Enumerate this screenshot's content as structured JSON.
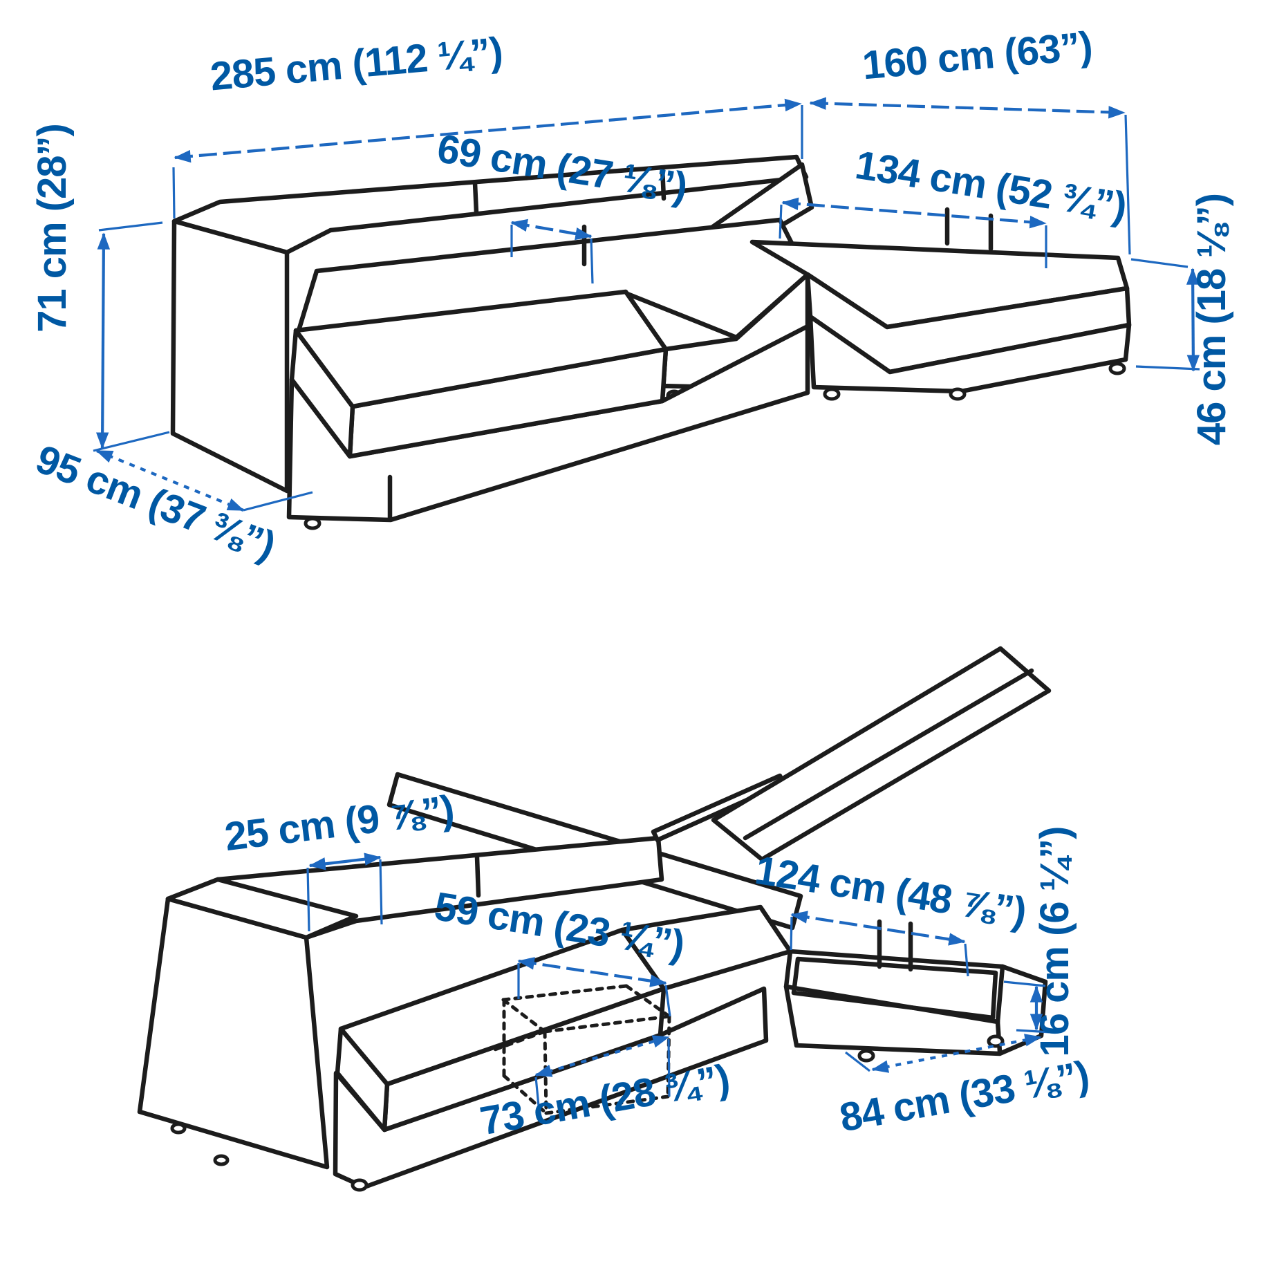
{
  "diagram_type": "furniture dimension diagram",
  "colors": {
    "line": "#1c1c1c",
    "dimension_line": "#1d68c0",
    "label_text": "#0058a3",
    "background": "#ffffff"
  },
  "views": {
    "assembled": {
      "name": "sofa assembled view",
      "labels": {
        "total_width": "285 cm (112 ¼”)",
        "chaise_section_width": "160 cm (63”)",
        "seat_width": "69 cm (27 ⅛”)",
        "chaise_seat_depth": "134 cm (52 ¾”)",
        "total_height": "71 cm (28”)",
        "total_depth": "95 cm (37 ⅜”)",
        "seat_height": "46 cm (18 ⅛”)"
      }
    },
    "storage_open": {
      "name": "sofa with storage opened view",
      "labels": {
        "armrest_width": "25 cm (9 ⅞”)",
        "storage_inner_width": "59 cm (23 ¼”)",
        "storage_inner_length": "124 cm (48 ⅞”)",
        "storage_left_length": "73 cm (28 ¾”)",
        "storage_outer_length": "84 cm (33 ⅛”)",
        "storage_depth": "16 cm (6 ¼”)"
      }
    }
  }
}
